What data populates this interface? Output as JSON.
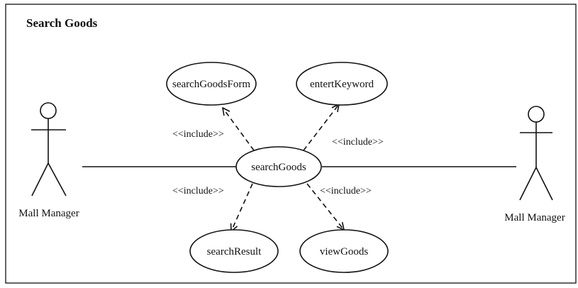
{
  "diagram": {
    "title": "Search Goods",
    "actors": {
      "left": {
        "name": "Mall Manager"
      },
      "right": {
        "name": "Mall Manager"
      }
    },
    "use_cases": {
      "center": "searchGoods",
      "form": "searchGoodsForm",
      "keyword": "entertKeyword",
      "result": "searchResult",
      "view": "viewGoods"
    },
    "relations": {
      "form": "<<include>>",
      "keyword": "<<include>>",
      "result": "<<include>>",
      "view": "<<include>>"
    }
  }
}
